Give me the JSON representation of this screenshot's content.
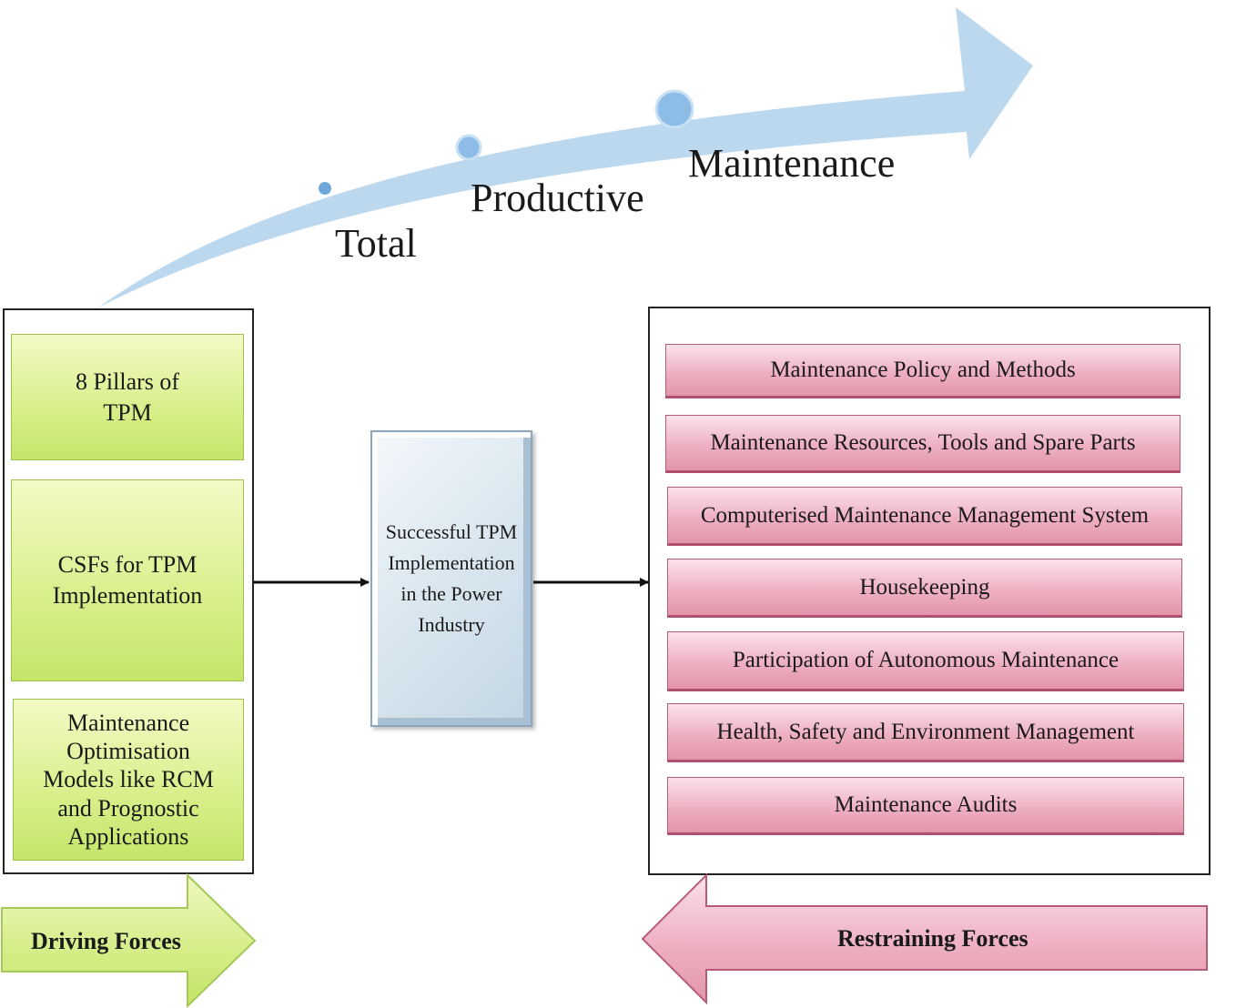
{
  "banner": {
    "words": [
      "Total",
      "Productive",
      "Maintenance"
    ]
  },
  "driving_forces": {
    "items": [
      "8 Pillars of\nTPM",
      "CSFs for TPM\nImplementation",
      "Maintenance\nOptimisation\nModels like RCM\nand Prognostic\nApplications"
    ],
    "arrow_label": "Driving Forces"
  },
  "center": {
    "label": "Successful TPM\nImplementation\nin the Power\nIndustry"
  },
  "restraining_forces": {
    "items": [
      "Maintenance Policy and Methods",
      "Maintenance Resources, Tools and Spare Parts",
      "Computerised Maintenance Management System",
      "Housekeeping",
      "Participation of Autonomous Maintenance",
      "Health, Safety and Environment Management",
      "Maintenance Audits"
    ],
    "arrow_label": "Restraining Forces"
  },
  "colors": {
    "arc": "#bcd8ef",
    "arc_dot": "#7fb4e3",
    "green": "#d8ef8a",
    "pink": "#e9a7ba",
    "center": "#d4e3ee"
  }
}
